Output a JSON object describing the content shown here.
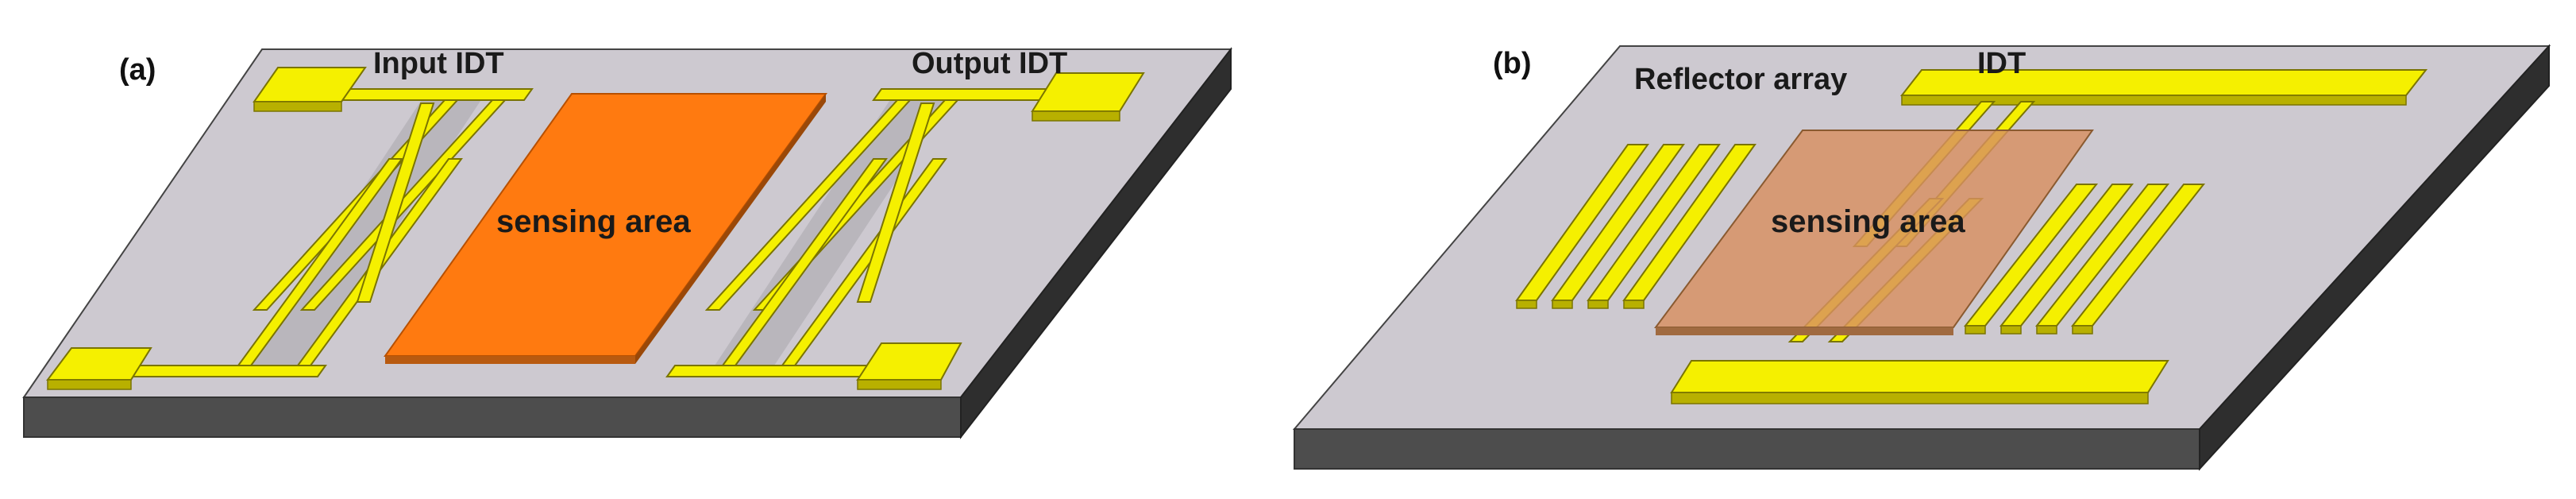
{
  "panel_a": {
    "label": "(a)",
    "input_idt_label": "Input IDT",
    "output_idt_label": "Output IDT",
    "sensing_label": "sensing area"
  },
  "panel_b": {
    "label": "(b)",
    "reflector_label": "Reflector array",
    "idt_label": "IDT",
    "sensing_label": "sensing area"
  },
  "colors": {
    "substrate_top": "#cdc9d0",
    "substrate_front": "#4d4d4d",
    "electrode": "#f5f000",
    "sensing_area_a": "#ff7a10",
    "sensing_area_b": "#d89060"
  }
}
